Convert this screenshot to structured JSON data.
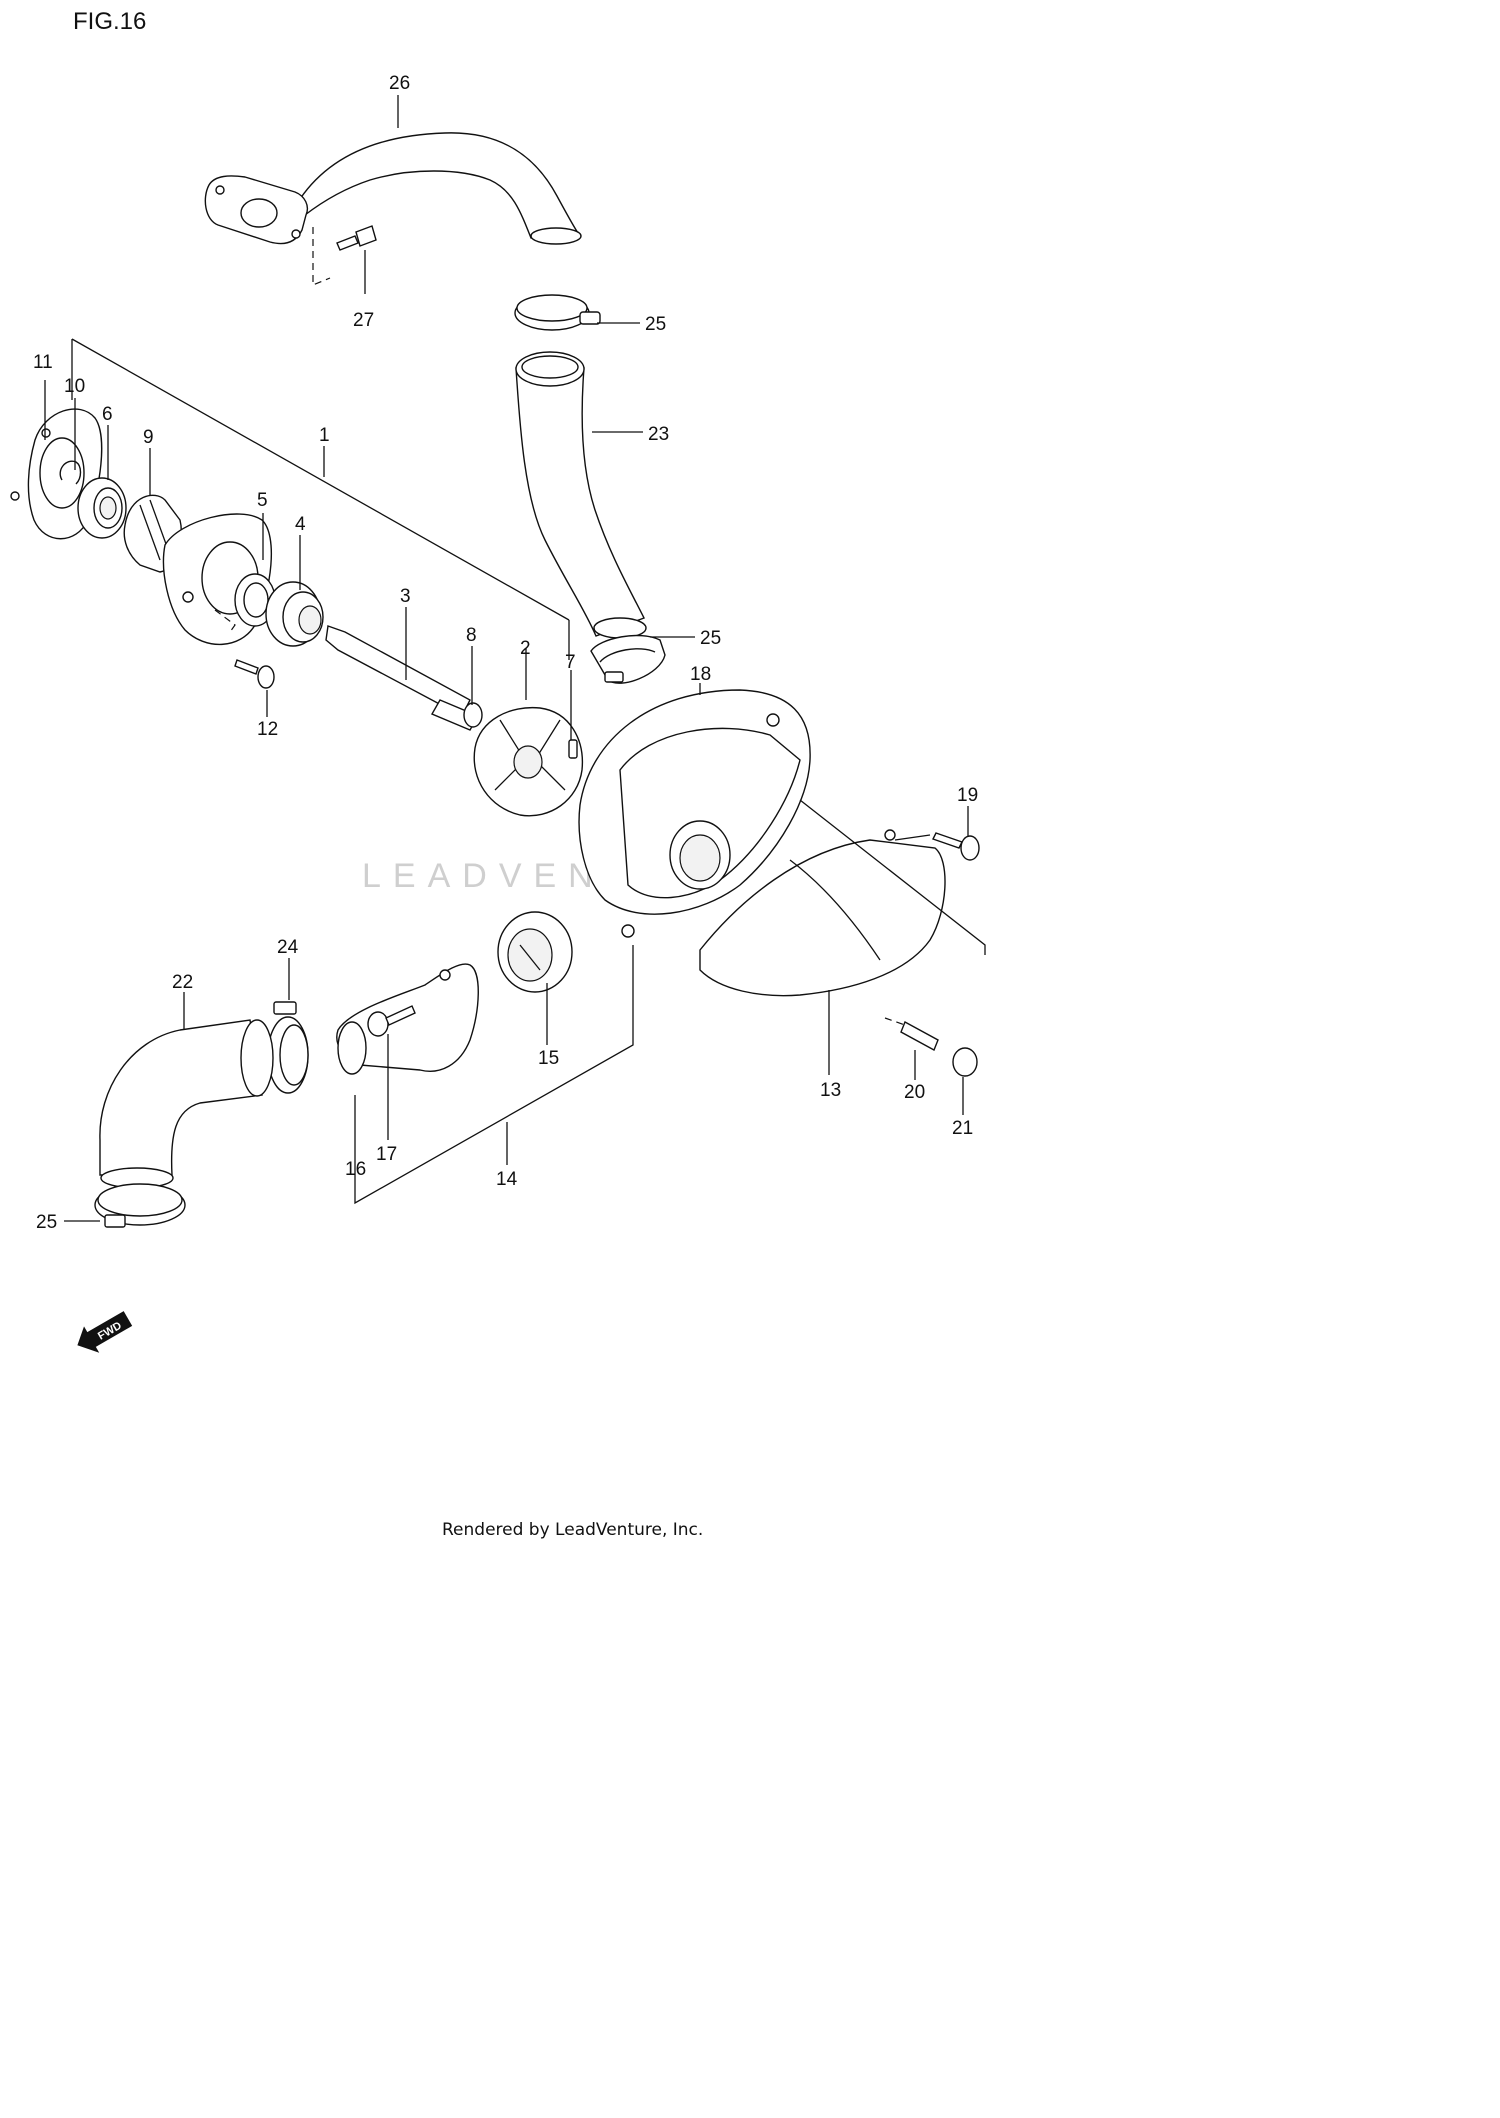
{
  "figure": {
    "title": "FIG.16"
  },
  "callouts": {
    "c1": "1",
    "c2": "2",
    "c3": "3",
    "c4": "4",
    "c5": "5",
    "c6": "6",
    "c7": "7",
    "c8": "8",
    "c9": "9",
    "c10": "10",
    "c11": "11",
    "c12": "12",
    "c13": "13",
    "c14": "14",
    "c15": "15",
    "c16": "16",
    "c17": "17",
    "c18": "18",
    "c19": "19",
    "c20": "20",
    "c21": "21",
    "c22": "22",
    "c23": "23",
    "c24": "24",
    "c25": "25",
    "c26": "26",
    "c27": "27"
  },
  "direction_badge": {
    "text": "FWD"
  },
  "watermark": {
    "text": "LEADVENTURE",
    "color": "#cfcfcf"
  },
  "footer": {
    "rendered_by": "Rendered by LeadVenture, Inc."
  },
  "colors": {
    "line": "#111111",
    "background": "#ffffff"
  }
}
